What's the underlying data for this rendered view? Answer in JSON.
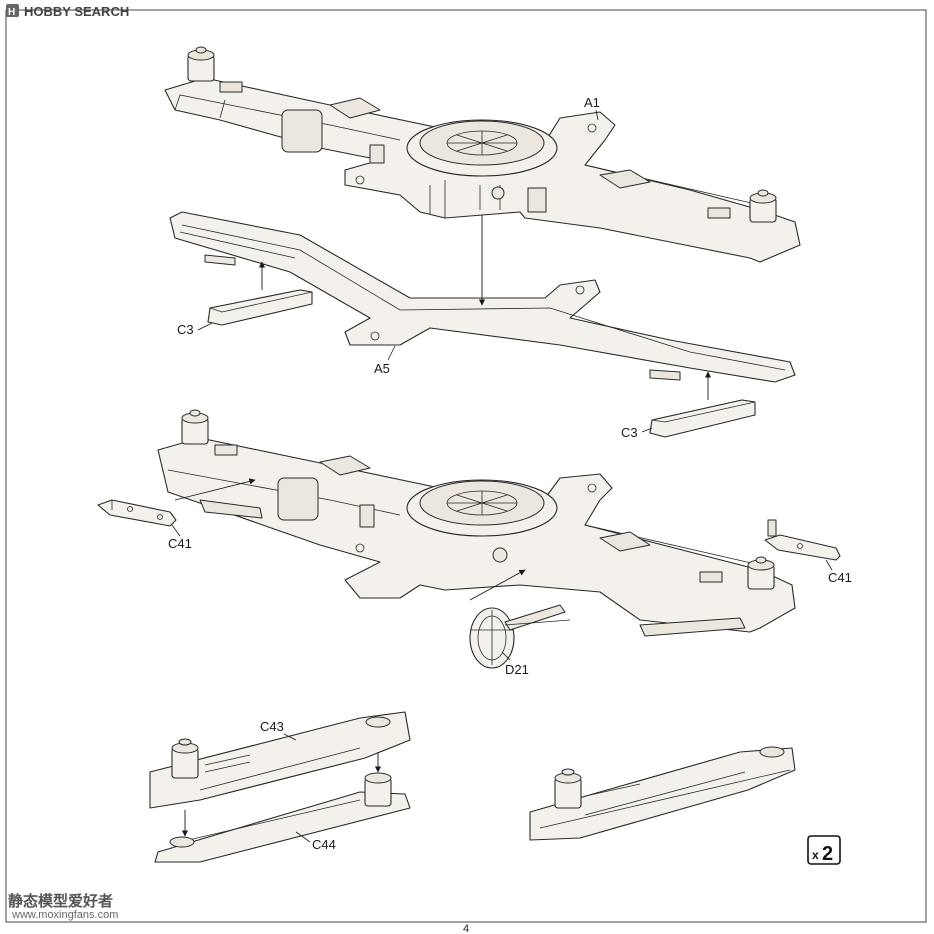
{
  "watermark": {
    "logo_text": "HOBBY SEARCH",
    "bottom_text": "静态模型爱好者",
    "bottom_url": "www.moxingfans.com"
  },
  "labels": {
    "a1": "A1",
    "c3_left": "C3",
    "a5": "A5",
    "c3_right": "C3",
    "c41_left": "C41",
    "c41_right": "C41",
    "d21": "D21",
    "c43": "C43",
    "c44": "C44"
  },
  "quantity": {
    "prefix": "x",
    "count": "2"
  },
  "page_number": "4",
  "colors": {
    "line": "#2a2a2a",
    "part_fill": "#f4f1ec",
    "frame": "#444444"
  }
}
